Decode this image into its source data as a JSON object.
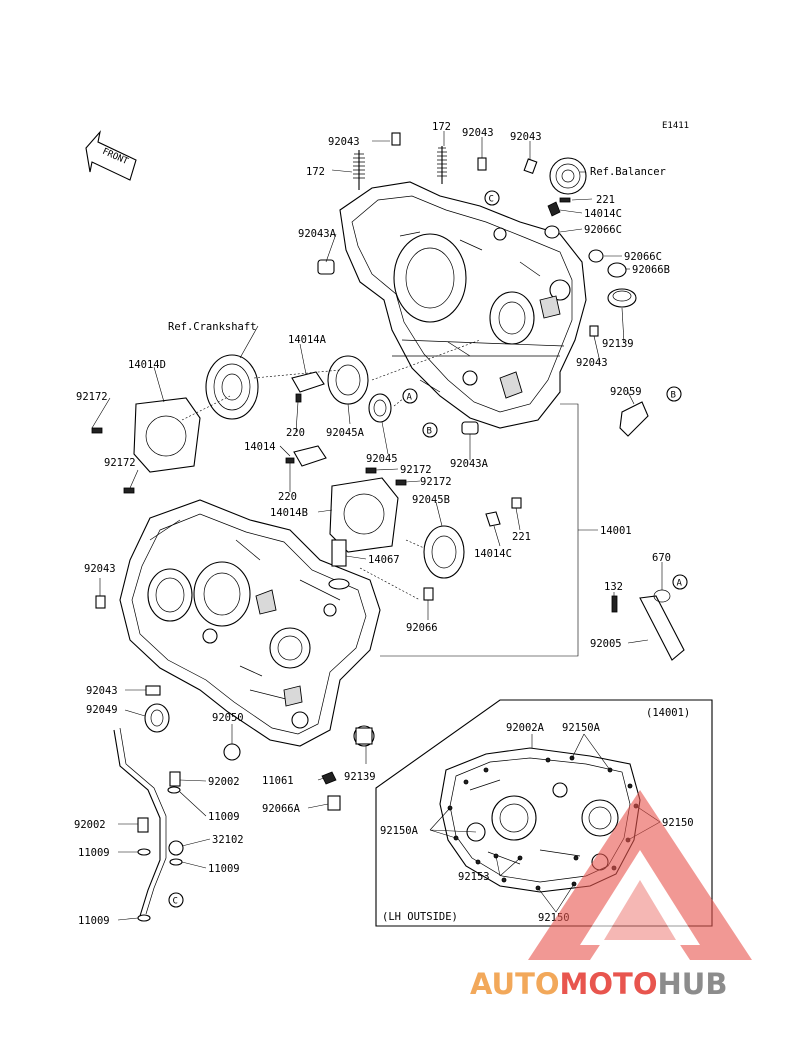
{
  "diagram_code": "E1411",
  "front_label": "FRONT",
  "parts": [
    {
      "id": "p-92043-top-a",
      "text": "92043"
    },
    {
      "id": "p-172-top",
      "text": "172"
    },
    {
      "id": "p-92043-top-b",
      "text": "92043"
    },
    {
      "id": "p-92043-top-c",
      "text": "92043"
    },
    {
      "id": "p-172-left",
      "text": "172"
    },
    {
      "id": "p-ref-balancer",
      "text": "Ref.Balancer"
    },
    {
      "id": "p-221-top",
      "text": "221"
    },
    {
      "id": "p-14014c-top",
      "text": "14014C"
    },
    {
      "id": "p-92066c-a",
      "text": "92066C"
    },
    {
      "id": "p-92043a-top",
      "text": "92043A"
    },
    {
      "id": "p-92066c-b",
      "text": "92066C"
    },
    {
      "id": "p-92066b",
      "text": "92066B"
    },
    {
      "id": "p-ref-crankshaft",
      "text": "Ref.Crankshaft"
    },
    {
      "id": "p-14014a",
      "text": "14014A"
    },
    {
      "id": "p-92139-upper",
      "text": "92139"
    },
    {
      "id": "p-14014d",
      "text": "14014D"
    },
    {
      "id": "p-92043-mid",
      "text": "92043"
    },
    {
      "id": "p-92059",
      "text": "92059"
    },
    {
      "id": "p-92172-left-a",
      "text": "92172"
    },
    {
      "id": "p-92045a",
      "text": "92045A"
    },
    {
      "id": "p-220-a",
      "text": "220"
    },
    {
      "id": "p-14014",
      "text": "14014"
    },
    {
      "id": "p-92045",
      "text": "92045"
    },
    {
      "id": "p-92172-mid-a",
      "text": "92172"
    },
    {
      "id": "p-92043a-mid",
      "text": "92043A"
    },
    {
      "id": "p-92172-left-b",
      "text": "92172"
    },
    {
      "id": "p-92172-mid-b",
      "text": "92172"
    },
    {
      "id": "p-220-b",
      "text": "220"
    },
    {
      "id": "p-92045b",
      "text": "92045B"
    },
    {
      "id": "p-14014b",
      "text": "14014B"
    },
    {
      "id": "p-221-mid",
      "text": "221"
    },
    {
      "id": "p-14001",
      "text": "14001"
    },
    {
      "id": "p-14014c-mid",
      "text": "14014C"
    },
    {
      "id": "p-670",
      "text": "670"
    },
    {
      "id": "p-14067",
      "text": "14067"
    },
    {
      "id": "p-92043-left",
      "text": "92043"
    },
    {
      "id": "p-132",
      "text": "132"
    },
    {
      "id": "p-92066",
      "text": "92066"
    },
    {
      "id": "p-92005",
      "text": "92005"
    },
    {
      "id": "p-92043-low",
      "text": "92043"
    },
    {
      "id": "p-92049",
      "text": "92049"
    },
    {
      "id": "p-92050",
      "text": "92050"
    },
    {
      "id": "p-92002-a",
      "text": "92002"
    },
    {
      "id": "p-11061",
      "text": "11061"
    },
    {
      "id": "p-92139-lower",
      "text": "92139"
    },
    {
      "id": "p-11009-a",
      "text": "11009"
    },
    {
      "id": "p-92066a",
      "text": "92066A"
    },
    {
      "id": "p-92002-b",
      "text": "92002"
    },
    {
      "id": "p-32102",
      "text": "32102"
    },
    {
      "id": "p-11009-b",
      "text": "11009"
    },
    {
      "id": "p-11009-c",
      "text": "11009"
    },
    {
      "id": "p-11009-d",
      "text": "11009"
    }
  ],
  "callouts": {
    "a1": "A",
    "a2": "A",
    "b1": "B",
    "b2": "B",
    "c1": "C",
    "c2": "C"
  },
  "inset": {
    "title": "(14001)",
    "p1": "92002A",
    "p2": "92150A",
    "p3": "92150",
    "p4": "92150A",
    "p5": "92153",
    "p6": "92150",
    "caption": "(LH OUTSIDE)"
  },
  "watermark": {
    "part1": "AUTO",
    "part2": "MOTO",
    "part3": "HUB",
    "color1": "#f2a85a",
    "color2": "#e8554e",
    "color3": "#8c8c8c"
  }
}
